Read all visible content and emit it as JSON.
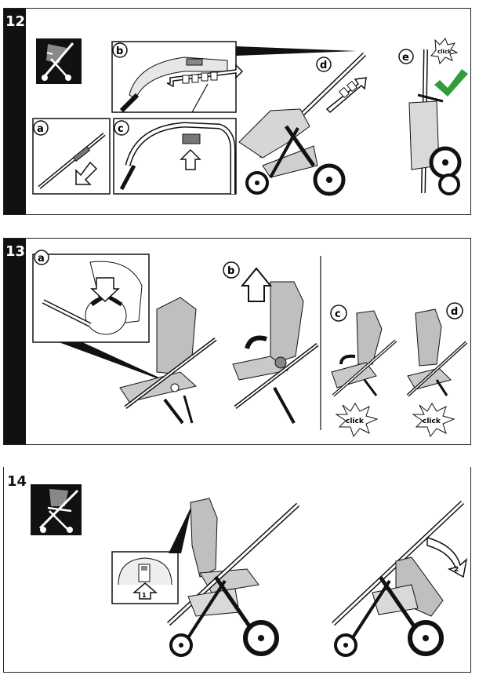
{
  "steps": [
    {
      "number": "12",
      "labels": [
        "a",
        "b",
        "c",
        "d",
        "e"
      ],
      "sounds": [
        "click"
      ]
    },
    {
      "number": "13",
      "labels": [
        "a",
        "b",
        "c",
        "d"
      ],
      "sounds": [
        "click",
        "click"
      ]
    },
    {
      "number": "14",
      "labels": [],
      "sounds": [],
      "arrow_numbers": [
        "1",
        "2"
      ]
    }
  ],
  "icons": {
    "fold_icon": "stroller-fold-icon",
    "check": "checkmark-icon"
  },
  "colors": {
    "check": "#2e9e3a",
    "seat_gray": "#c8c8c8",
    "dark": "#111111"
  }
}
